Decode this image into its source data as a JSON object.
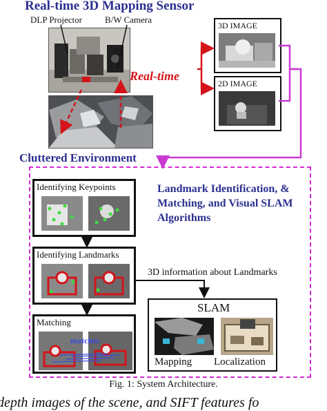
{
  "sensor": {
    "title": "Real-time 3D Mapping Sensor",
    "projector_label": "DLP Projector",
    "camera_label": "B/W Camera"
  },
  "flow": {
    "realtime_label": "Real-time",
    "environment_label": "Cluttered Environment"
  },
  "outputs": {
    "image3d_label": "3D IMAGE",
    "image2d_label": "2D IMAGE"
  },
  "pipeline": {
    "title": "Landmark Identification, & Matching, and Visual SLAM Algorithms",
    "stage1_label": "Identifying Keypoints",
    "stage2_label": "Identifying Landmarks",
    "stage3_label": "Matching",
    "matches_label": "matches",
    "info_label": "3D information about Landmarks"
  },
  "slam": {
    "title": "SLAM",
    "mapping_label": "Mapping",
    "localization_label": "Localization"
  },
  "caption": "Fig. 1: System Architecture.",
  "footer_text": "depth images of the scene, and SIFT features fo",
  "colors": {
    "title_blue": "#2b2f8f",
    "accent_red": "#d4141a",
    "magenta": "#c93ad1",
    "keypoint_green": "#3fdc3f"
  }
}
